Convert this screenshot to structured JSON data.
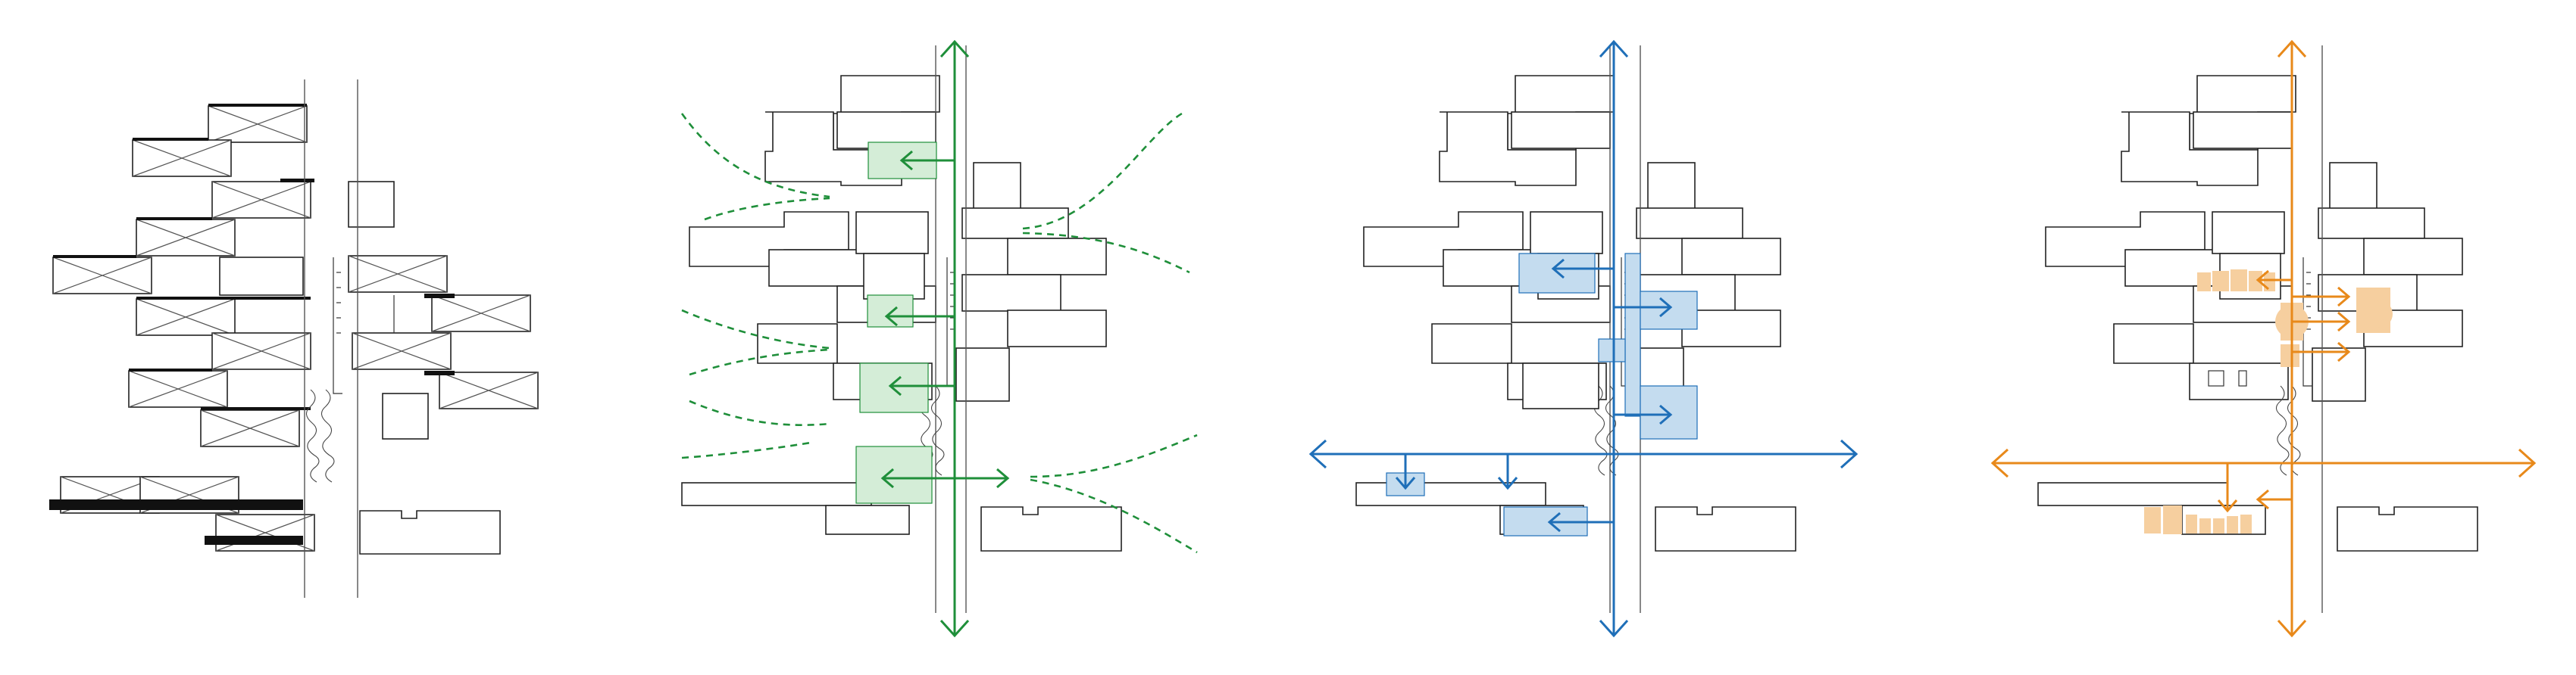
{
  "colors": {
    "outline": "#222222",
    "solid": "#111111",
    "green_line": "#1f8f3a",
    "green_fill": "#d4edd7",
    "blue_line": "#1f6fb8",
    "blue_fill": "#c4dcef",
    "orange_line": "#e8891a",
    "orange_fill": "#f6cf9f"
  },
  "panels": [
    {
      "id": "panel-1",
      "theme": "massing",
      "icon": "block-massing"
    },
    {
      "id": "panel-2",
      "theme": "green",
      "icon": "green-corridors"
    },
    {
      "id": "panel-3",
      "theme": "blue",
      "icon": "blue-circulation"
    },
    {
      "id": "panel-4",
      "theme": "orange",
      "icon": "orange-activity"
    }
  ]
}
